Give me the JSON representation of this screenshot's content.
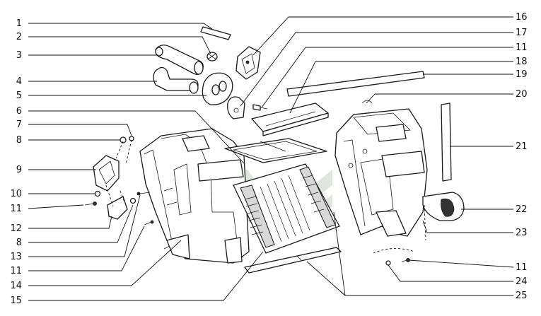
{
  "callouts_left": [
    "1",
    "2",
    "3",
    "4",
    "5",
    "6",
    "7",
    "8",
    "9",
    "10",
    "11",
    "12",
    "8",
    "13",
    "11",
    "14",
    "15"
  ],
  "callouts_right": [
    "16",
    "17",
    "11",
    "18",
    "19",
    "20",
    "21",
    "22",
    "23",
    "11",
    "24",
    "25"
  ],
  "colors": {
    "ink": "#111111",
    "background": "#ffffff",
    "watermark": "#b8c8b4"
  }
}
